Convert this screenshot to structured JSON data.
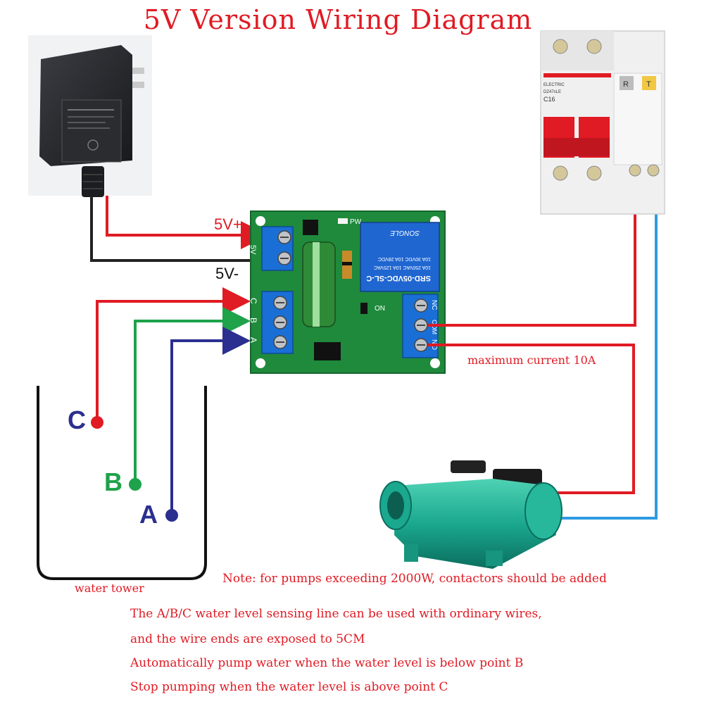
{
  "title": "5V Version Wiring Diagram",
  "power_labels": {
    "plus": "5V+",
    "minus": "5V-"
  },
  "sensor_labels": {
    "c": "C",
    "b": "B",
    "a": "A"
  },
  "terminal_labels": {
    "input": [
      "C",
      "B",
      "A"
    ],
    "output": [
      "NC",
      "COM",
      "NO"
    ],
    "power": "5V"
  },
  "board": {
    "pw_label": "PW",
    "on_label": "ON"
  },
  "relay": {
    "brand": "SONGLE",
    "model": "SRD-05VDC-SL-C",
    "ratings": [
      "10A 250VAC 10A 125VAC",
      "10A 30VDC 10A 28VDC"
    ]
  },
  "breaker": {
    "brand": "ELECTRIC",
    "model": "DZ47sLE",
    "rating": "C16",
    "button_r": "R",
    "button_t": "T"
  },
  "tower_label": "water tower",
  "max_current_label": "maximum current 10A",
  "note": "Note: for pumps exceeding 2000W, contactors should be added",
  "instructions": [
    "The A/B/C water level sensing line can be used with ordinary wires,",
    "and the wire ends are exposed to 5CM",
    "Automatically pump water when the water level is below point B",
    "Stop pumping when the water level is above point C"
  ],
  "colors": {
    "red_wire": "#e01b24",
    "black_wire": "#222222",
    "green_wire": "#1ea24a",
    "blue_wire": "#2b2f8f",
    "live_wire": "#e01b24",
    "neutral_wire": "#2f9be0",
    "board": "#1f8a3c",
    "relay": "#1f66d1",
    "terminal": "#1a6fd6",
    "pump": "#1aa88f"
  }
}
